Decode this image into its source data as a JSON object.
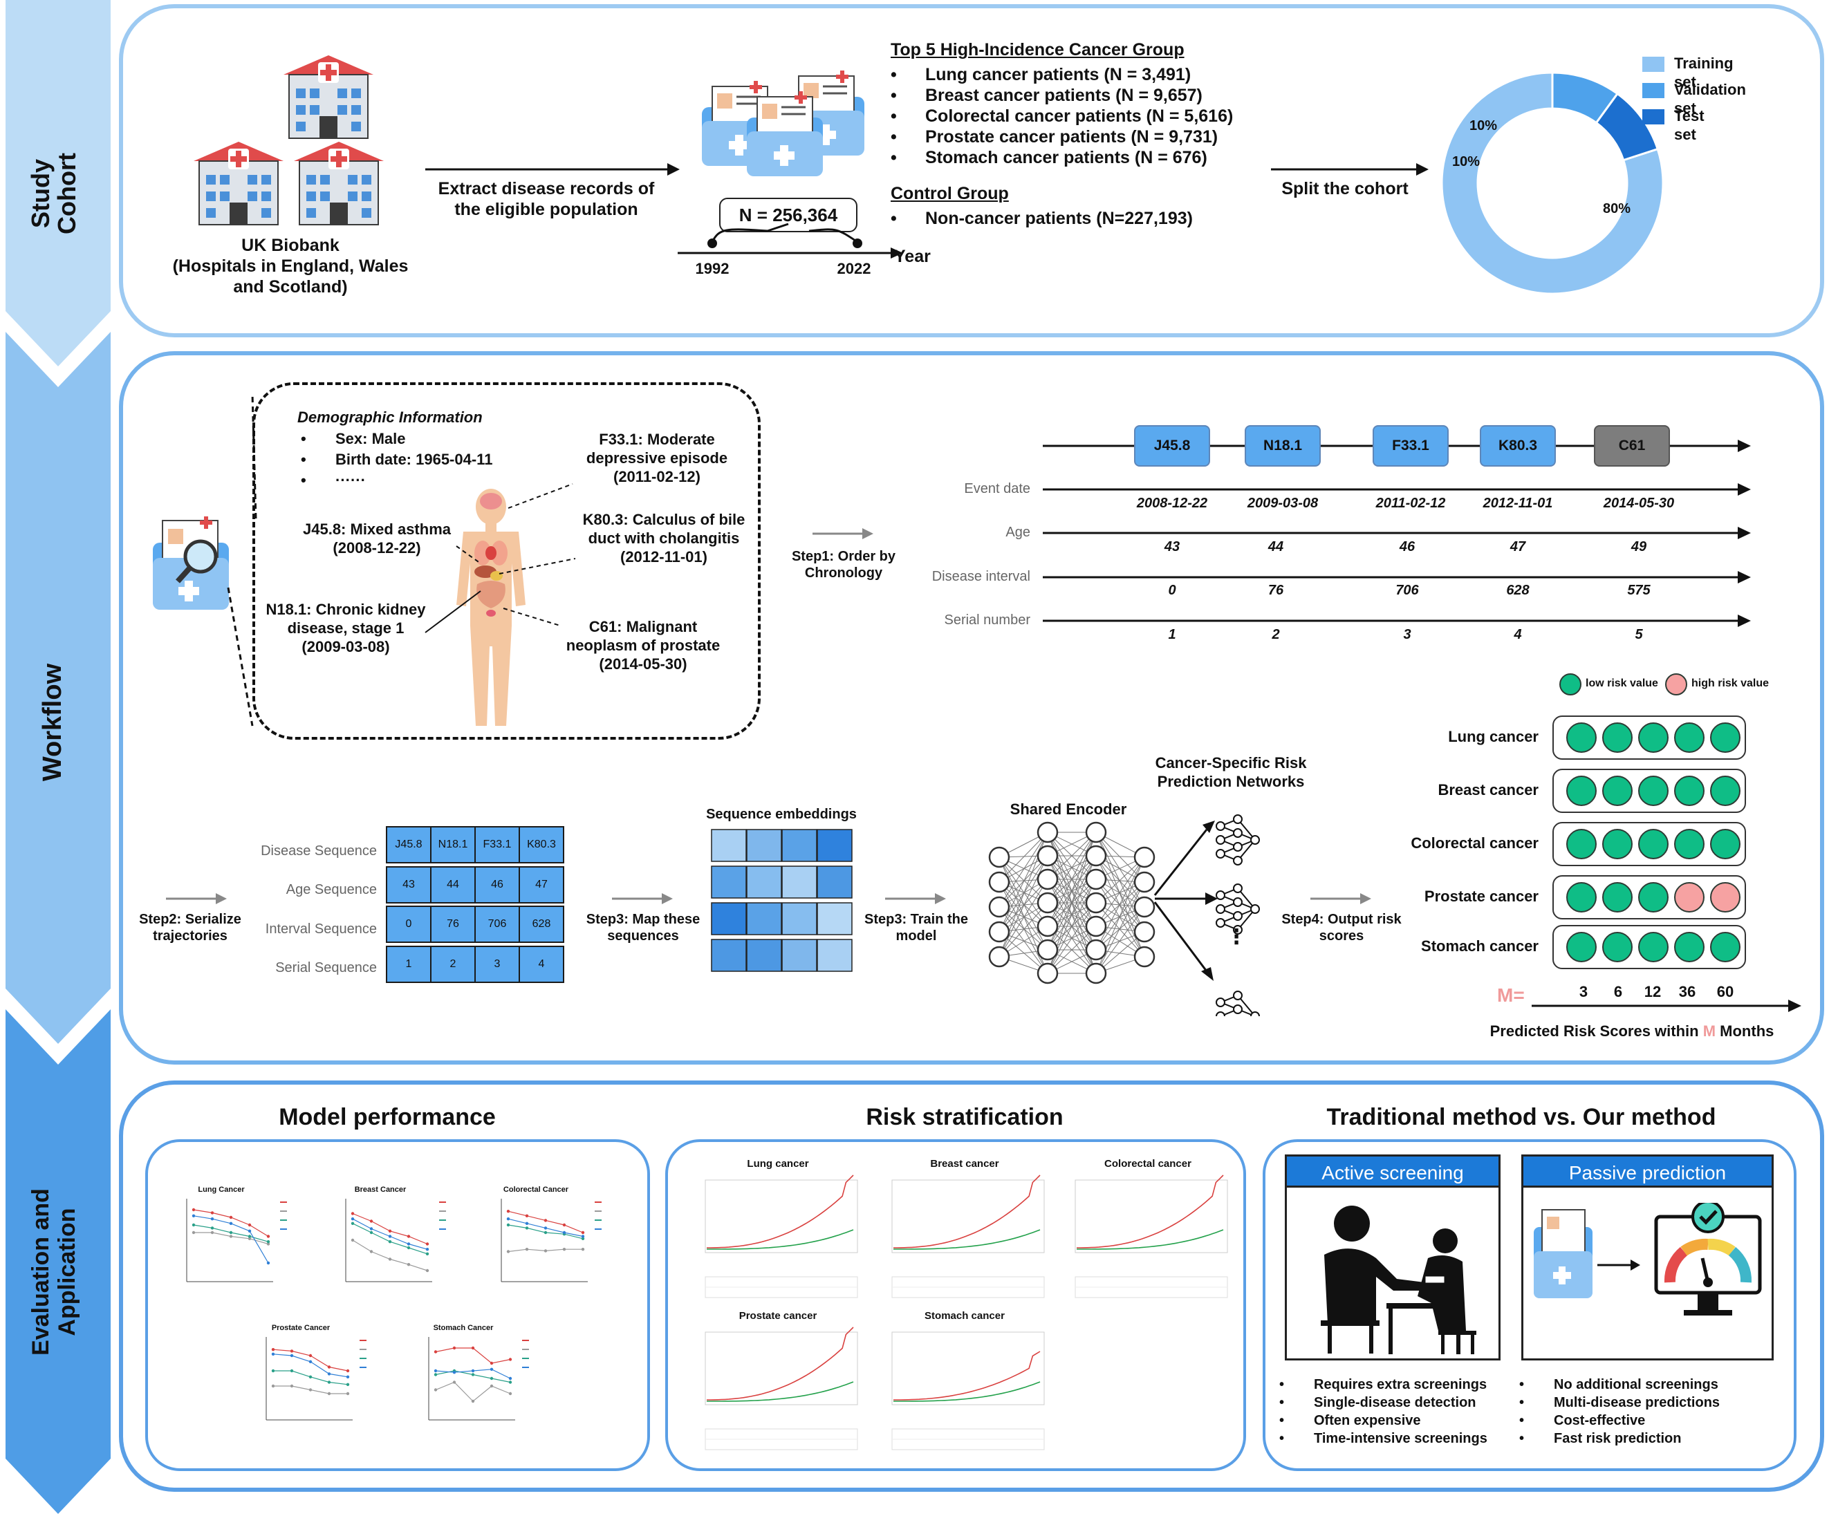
{
  "sections": {
    "study_cohort": "Study\nCohort",
    "workflow": "Workflow",
    "evaluation": "Evaluation and\nApplication"
  },
  "cohort": {
    "source_title": "UK Biobank",
    "source_sub1": "(Hospitals in England, Wales",
    "source_sub2": "and Scotland)",
    "extract_1": "Extract disease records of",
    "extract_2": "the eligible population",
    "n_total": "N = 256,364",
    "year_start": "1992",
    "year_end": "2022",
    "year_label": "Year",
    "top5_title": "Top 5 High-Incidence Cancer Group",
    "top5": [
      "Lung cancer patients (N = 3,491)",
      "Breast cancer patients (N = 9,657)",
      "Colorectal cancer patients (N = 5,616)",
      "Prostate cancer patients (N = 9,731)",
      "Stomach cancer patients (N = 676)"
    ],
    "control_title": "Control Group",
    "control": "Non-cancer patients (N=227,193)",
    "split_label": "Split the cohort",
    "donut": {
      "slices": [
        {
          "name": "Training set",
          "value": 80,
          "label": "80%",
          "color": "#8fc4f3"
        },
        {
          "name": "Validation set",
          "value": 10,
          "label": "10%",
          "color": "#4ea2eb"
        },
        {
          "name": "Test set",
          "value": 10,
          "label": "10%",
          "color": "#1c6fcf"
        }
      ]
    }
  },
  "workflow": {
    "demo_title": "Demographic Information",
    "demo_items": [
      "Sex: Male",
      "Birth date: 1965-04-11",
      "······"
    ],
    "diag": {
      "f331_1": "F33.1: Moderate",
      "f331_2": "depressive episode",
      "f331_3": "(2011-02-12)",
      "j458_1": "J45.8: Mixed asthma",
      "j458_2": "(2008-12-22)",
      "k803_1": "K80.3: Calculus of bile",
      "k803_2": "duct with cholangitis",
      "k803_3": "(2012-11-01)",
      "n181_1": "N18.1: Chronic kidney",
      "n181_2": "disease, stage 1",
      "n181_3": "(2009-03-08)",
      "c61_1": "C61: Malignant",
      "c61_2": "neoplasm of prostate",
      "c61_3": "(2014-05-30)"
    },
    "step1_1": "Step1: Order by",
    "step1_2": "Chronology",
    "codes": [
      "J45.8",
      "N18.1",
      "F33.1",
      "K80.3",
      "C61"
    ],
    "row_labels": [
      "Event date",
      "Age",
      "Disease interval",
      "Serial number"
    ],
    "dates": [
      "2008-12-22",
      "2009-03-08",
      "2011-02-12",
      "2012-11-01",
      "2014-05-30"
    ],
    "ages": [
      "43",
      "44",
      "46",
      "47",
      "49"
    ],
    "intervals": [
      "0",
      "76",
      "706",
      "628",
      "575"
    ],
    "serials": [
      "1",
      "2",
      "3",
      "4",
      "5"
    ],
    "step2_1": "Step2: Serialize",
    "step2_2": "trajectories",
    "seq_labels": [
      "Disease Sequence",
      "Age Sequence",
      "Interval Sequence",
      "Serial Sequence"
    ],
    "seq_rows": [
      [
        "J45.8",
        "N18.1",
        "F33.1",
        "K80.3"
      ],
      [
        "43",
        "44",
        "46",
        "47"
      ],
      [
        "0",
        "76",
        "706",
        "628"
      ],
      [
        "1",
        "2",
        "3",
        "4"
      ]
    ],
    "step3a_1": "Step3: Map these",
    "step3a_2": "sequences",
    "emb_title": "Sequence embeddings",
    "step3b_1": "Step3: Train the",
    "step3b_2": "model",
    "encoder_title": "Shared Encoder",
    "networks_1": "Cancer-Specific Risk",
    "networks_2": "Prediction Networks",
    "ellipsis": "⋮",
    "step4_1": "Step4: Output risk",
    "step4_2": "scores",
    "legend_low": "low risk value",
    "legend_high": "high risk value",
    "risk_rows": [
      {
        "name": "Lung cancer",
        "levels": [
          "low",
          "low",
          "low",
          "low",
          "low"
        ]
      },
      {
        "name": "Breast cancer",
        "levels": [
          "low",
          "low",
          "low",
          "low",
          "low"
        ]
      },
      {
        "name": "Colorectal cancer",
        "levels": [
          "low",
          "low",
          "low",
          "low",
          "low"
        ]
      },
      {
        "name": "Prostate cancer",
        "levels": [
          "low",
          "low",
          "low",
          "high",
          "high"
        ]
      },
      {
        "name": "Stomach cancer",
        "levels": [
          "low",
          "low",
          "low",
          "low",
          "low"
        ]
      }
    ],
    "m_label": "M=",
    "months": [
      "3",
      "6",
      "12",
      "36",
      "60"
    ],
    "pred_1": "Predicted Risk Scores within ",
    "pred_m": "M",
    "pred_2": " Months"
  },
  "evaluation": {
    "model_perf_title": "Model performance",
    "risk_strat_title": "Risk stratification",
    "trad_title": "Traditional method vs. Our method",
    "perf_charts": [
      "Lung Cancer",
      "Breast Cancer",
      "Colorectal Cancer",
      "Prostate Cancer",
      "Stomach Cancer"
    ],
    "risk_charts": [
      "Lung cancer",
      "Breast cancer",
      "Colorectal cancer",
      "Prostate cancer",
      "Stomach cancer"
    ],
    "active_title": "Active screening",
    "passive_title": "Passive prediction",
    "active_items": [
      "Requires extra screenings",
      "Single-disease detection",
      "Often expensive",
      "Time-intensive screenings"
    ],
    "passive_items": [
      "No additional screenings",
      "Multi-disease predictions",
      "Cost-effective",
      "Fast risk prediction"
    ]
  },
  "colors": {
    "light_blue": "#9dcaf2",
    "mid_blue": "#5aa9ef",
    "dark_blue": "#1c6fcf",
    "low_risk": "#0fbd86",
    "high_risk": "#f6a2a2",
    "c61_box": "#7d7d7d"
  }
}
